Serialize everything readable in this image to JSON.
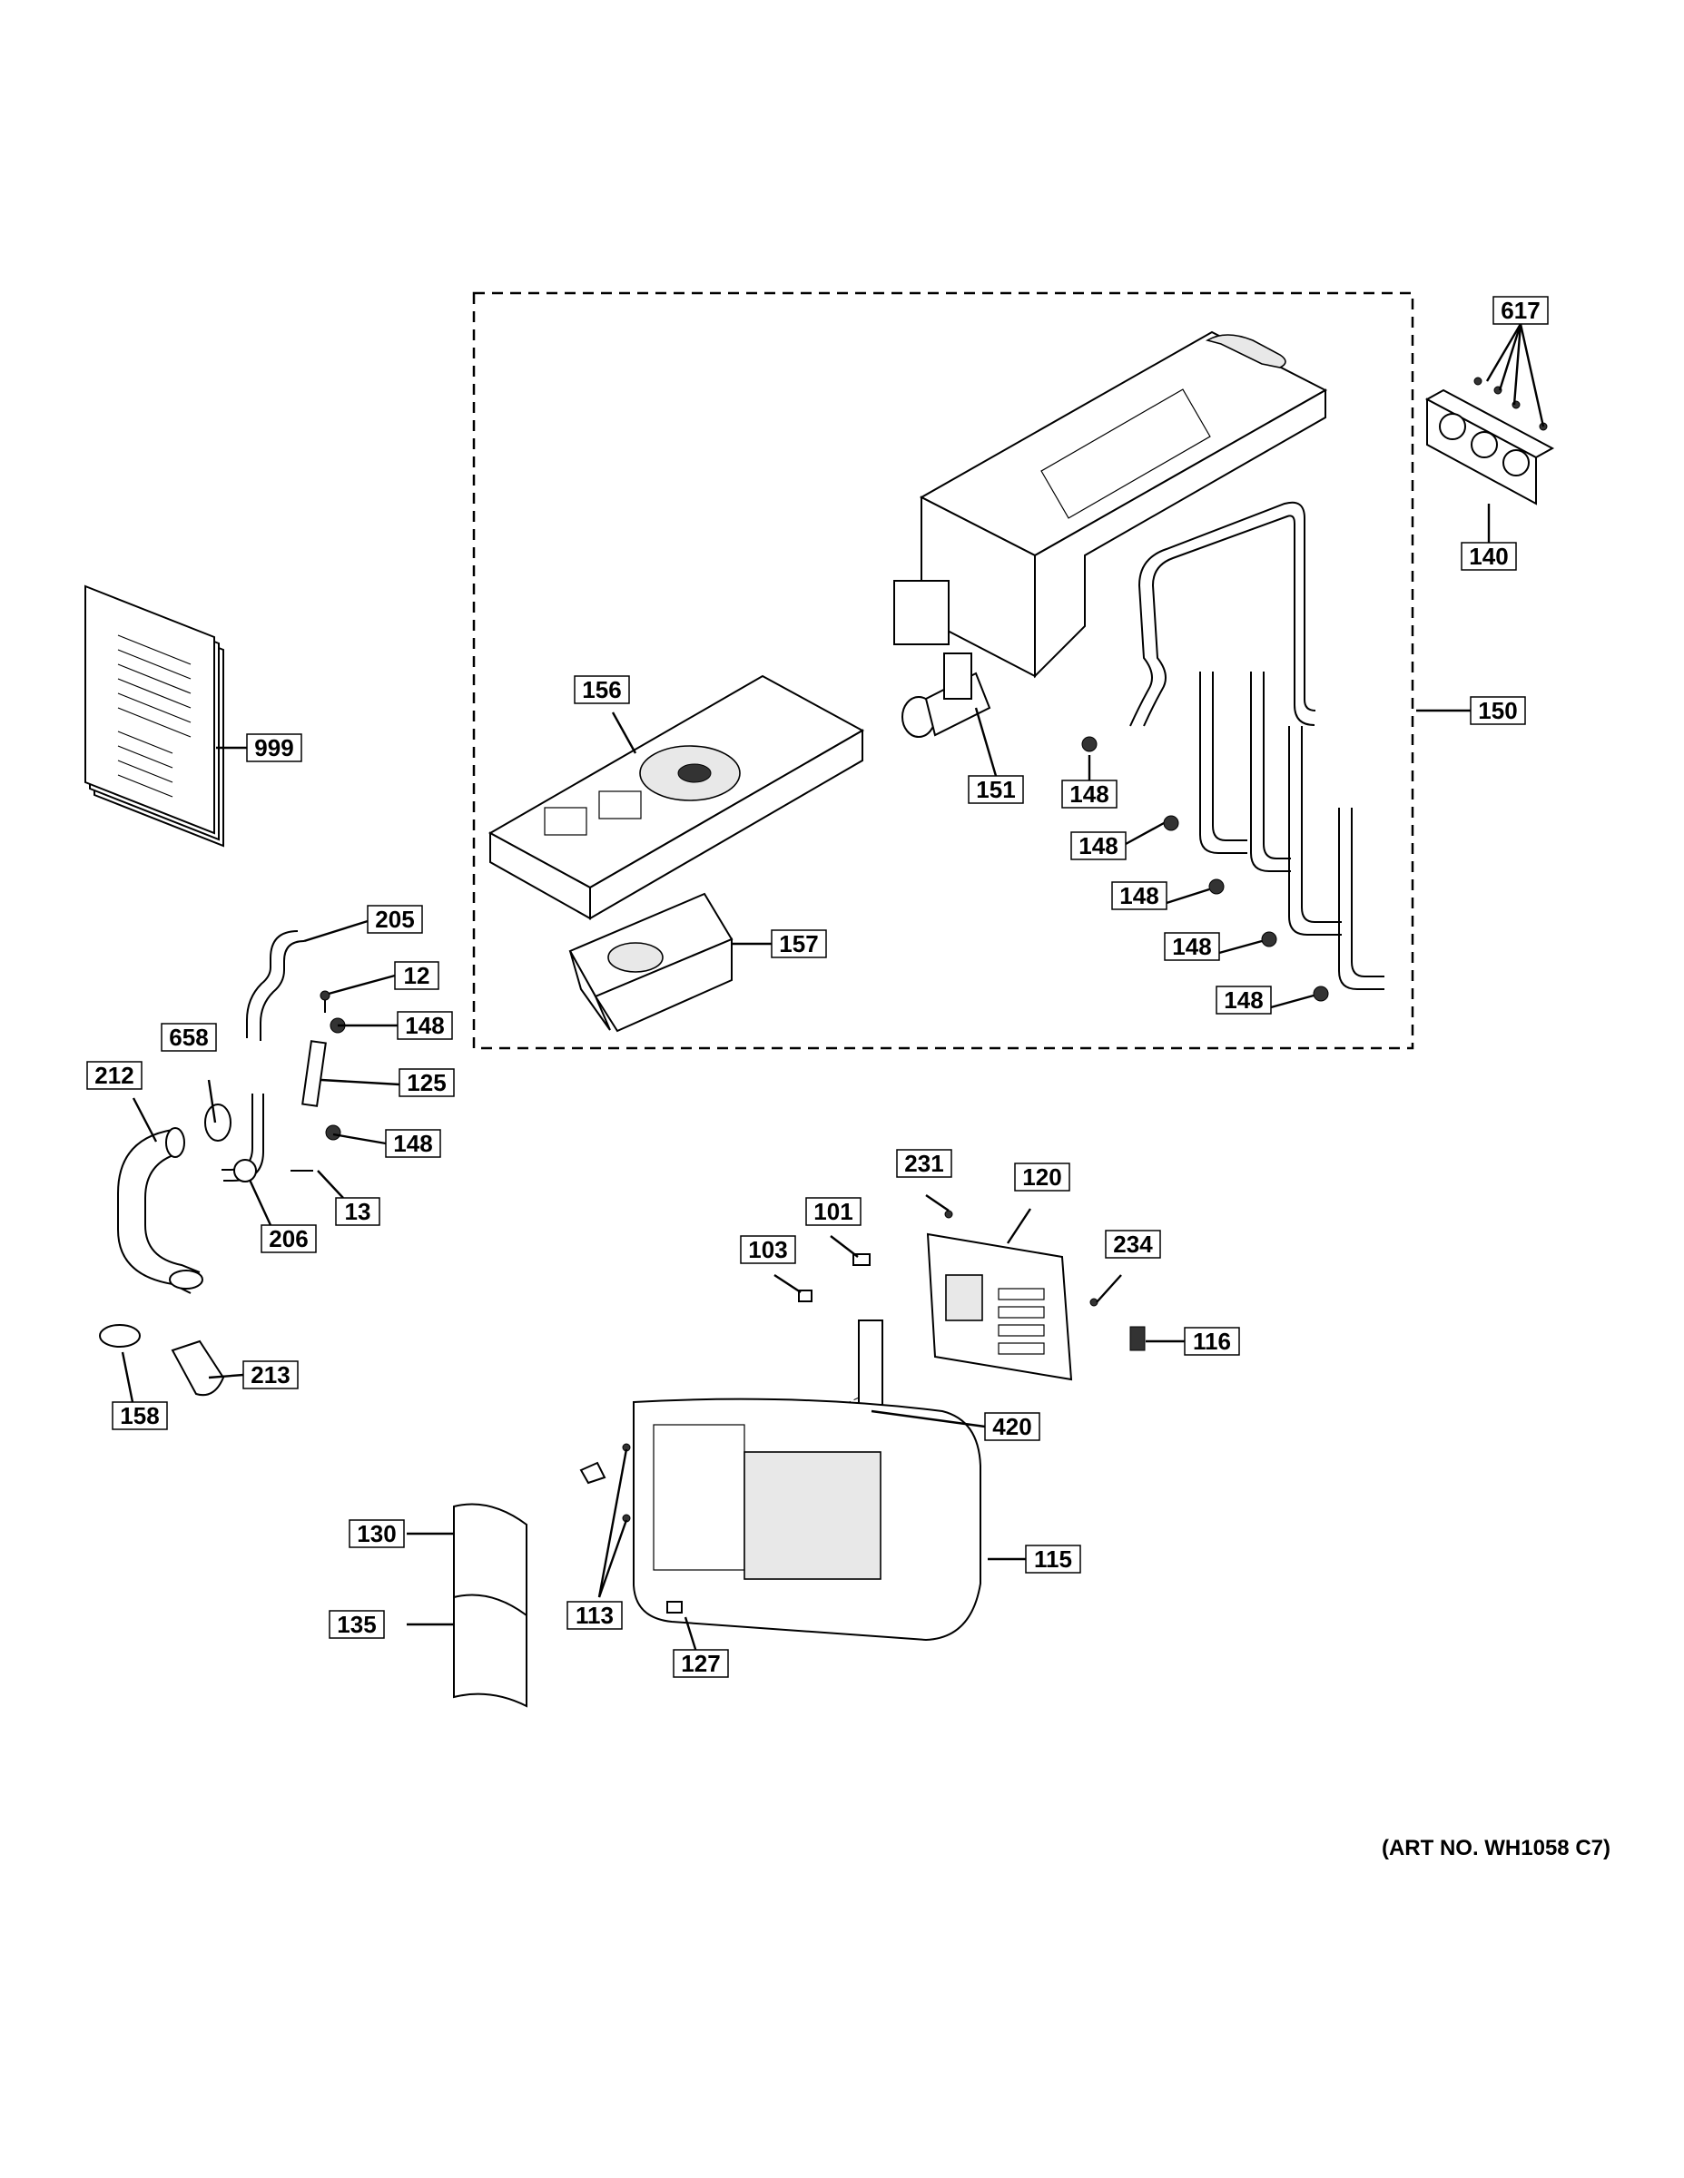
{
  "diagram": {
    "art_number": "(ART NO. WH1058 C7)",
    "callouts": {
      "c617": "617",
      "c140": "140",
      "c150": "150",
      "c151": "151",
      "c156": "156",
      "c157": "157",
      "c999": "999",
      "c205": "205",
      "c12": "12",
      "c125": "125",
      "c658": "658",
      "c212": "212",
      "c206": "206",
      "c13": "13",
      "c158": "158",
      "c213": "213",
      "c148a": "148",
      "c148b": "148",
      "c148c": "148",
      "c148d": "148",
      "c148e": "148",
      "c148f": "148",
      "c148g": "148",
      "c231": "231",
      "c120": "120",
      "c101": "101",
      "c103": "103",
      "c234": "234",
      "c116": "116",
      "c420": "420",
      "c115": "115",
      "c130": "130",
      "c135": "135",
      "c113": "113",
      "c127": "127"
    }
  }
}
